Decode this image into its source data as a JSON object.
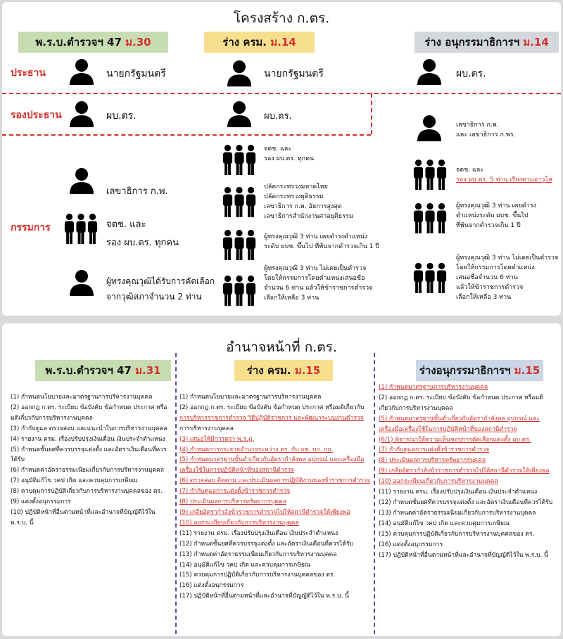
{
  "structure": {
    "title": "โครงสร้าง ก.ตร.",
    "columns": [
      {
        "label": "พ.ร.บ.ตำรวจฯ 47 ",
        "section": "ม.30"
      },
      {
        "label": "ร่าง ครม. ",
        "section": "ม.14"
      },
      {
        "label": "ร่าง อนุกรรมาธิการฯ ",
        "section": "ม.14"
      }
    ],
    "roles": {
      "chairman": "ประธาน",
      "vice_chairman": "รองประธาน",
      "members": "กรรมการ"
    },
    "col1": {
      "chairman": "นายกรัฐมนตรี",
      "vice": "ผบ.ตร.",
      "m1": "เลขาธิการ ก.พ.",
      "m2": [
        "จตช. และ",
        "รอง ผบ.ตร. ทุกคน"
      ],
      "m3": [
        "ผู้ทรงคุณวุฒิได้รับการคัดเลือก",
        "จากวุฒิสภาจำนวน 2 ท่าน"
      ]
    },
    "col2": {
      "chairman": "นายกรัฐมนตรี",
      "vice": "ผบ.ตร.",
      "m1": [
        "จตช. และ",
        "รอง ผบ.ตร. ทุกคน"
      ],
      "m2": [
        "ปลัดกระทรวงมหาดไทย",
        "ปลัดกระทรวงยุติธรรม",
        "เลขาธิการ ก.พ. อัยการสูงสุด",
        "เลขาธิการสำนักงานศาลยุติธรรม"
      ],
      "m3": [
        "ผู้ทรงคุณวุฒิ 3 ท่าน เคยดำรงตำแหน่ง",
        "ระดับ ผบช. ขึ้นไป ที่พ้นจากตำรวจเกิน 1 ปี"
      ],
      "m4": [
        "ผู้ทรงคุณวุฒิ 3 ท่าน ไม่เคยเป็นตำรวจ",
        "โดยให้กรรมการโดยตำแหน่งเสนอชื่อ",
        "จำนวน 6 ท่าน แล้วให้ข้าราชการตำรวจ",
        "เลือกให้เหลือ 3 ท่าน"
      ]
    },
    "col3": {
      "chairman": "ผบ.ตร.",
      "m1": [
        "เลขาธิการ ก.พ.",
        "และ เลขาธิการ ก.พร."
      ],
      "m2": [
        "จตช. และ",
        "รอง ผบ.ตร. 5 ท่าน เรียงตามอาวุโส"
      ],
      "m3": [
        "ผู้ทรงคุณวุฒิ 3 ท่าน เคยดำรง",
        "ตำแหน่งระดับ ผบช. ขึ้นไป",
        "ที่พ้นจากตำรวจเกิน 1 ปี"
      ],
      "m4": [
        "ผู้ทรงคุณวุฒิ 3 ท่าน ไม่เคยเป็นตำรวจ",
        "โดยให้กรรมการโดยตำแหน่ง",
        "เสนอชื่อจำนวน 6 ท่าน",
        "แล้วให้ข้าราชการตำรวจ",
        "เลือกให้เหลือ 3 ท่าน"
      ]
    }
  },
  "duties": {
    "title": "อำนาจหน้าที่ ก.ตร.",
    "columns": [
      {
        "label": "พ.ร.บ.ตำรวจฯ 47 ",
        "section": "ม.31"
      },
      {
        "label": "ร่าง ครม. ",
        "section": "ม.15"
      },
      {
        "label": "ร่างอนุกรรมาธิการฯ ",
        "section": "ม.15"
      }
    ],
    "col1": [
      {
        "t": "(1) กำหนดนโยบายและมาตรฐานการบริหารงานบุคคล"
      },
      {
        "t": "(2) ออกกฎ ก.ตร. ระเบียบ ข้อบังคับ ข้อกำหนด ประกาศ หรือ"
      },
      {
        "t": "มติเกี่ยวกับการบริหารงานบุคคล"
      },
      {
        "t": "(3) กำกับดูแล ตรวจสอบ และแนะนำในการบริหารงานบุคคล"
      },
      {
        "t": "(4) รายงาน ครม. เรื่องปรับปรุงเงินเดือน เงินประจำตำแหน่ง"
      },
      {
        "t": "(5) กำหนดชั้นยศที่ควรบรรจุแต่งตั้ง และอัตราเงินเดือนที่ควร"
      },
      {
        "t": "ได้รับ"
      },
      {
        "t": "(6) กำหนดค่าอัตราธรรมเนียมเกี่ยวกับการบริหารงานบุคคล"
      },
      {
        "t": "(7) อนุมัติแก้ไข วคป เกิด และควบคุมการเกษียณ"
      },
      {
        "t": "(8) ควบคุมการปฏิบัติเกี่ยวกับการบริหารงานบุคคลของ ตร."
      },
      {
        "t": "(9) แต่งตั้งอนุกรรมการ"
      },
      {
        "t": "(10) ปฏิบัติหน้าที่อื่นตามหน้าที่และอำนาจที่บัญญัติไว้ใน"
      },
      {
        "t": "พ.ร.บ. นี้"
      }
    ],
    "col2": [
      {
        "t": "(1) กำหนดนโยบายและมาตรฐานการบริหารงานบุคคล"
      },
      {
        "t": "(2) ออกกฎ ก.ตร. ระเบียบ ข้อบังคับ ข้อกำหนด ประกาศ หรือมติเกี่ยวกับ"
      },
      {
        "t": "การบริหารราชการตำรวจ วิธีปฏิบัติราชการ และพัฒนาระบบงานตำรวจ",
        "u": true
      },
      {
        "t": "การบริหารงานบุคคล"
      },
      {
        "t": "(3) เสนอให้มีการตรา พ.ร.ฎ.",
        "u": true
      },
      {
        "t": "(4) กำหนดการกระจายอำนาจระหว่าง ตร. กับ บช. บก. กก.",
        "u": true
      },
      {
        "t": "(5) กำหนดมาตรฐานขั้นต่ำเกี่ยวกับอัตรากำลังพล อุปกรณ์ และเครื่องมือ",
        "u": true
      },
      {
        "t": "เครื่องใช้ในการปฏิบัติหน้าที่ของสถานีตำรวจ",
        "u": true
      },
      {
        "t": "(6) ตรวจสอบ ติดตาม และประเมินผลการปฏิบัติงานของข้าราชการตำรวจ",
        "u": true
      },
      {
        "t": "(7) กำกับดูแลการแต่งตั้งข้าราชการตำรวจ",
        "u": true
      },
      {
        "t": "(8) ประเมินผลการบริหารทรัพยากรบุคคล",
        "u": true
      },
      {
        "t": "(9) เกลี่ยอัตรากำลังข้าราชการตำรวจไปให้สถานีตำรวจให้เพียงพอ",
        "u": true
      },
      {
        "t": "(10) ออกระเบียบเกี่ยวกับการบริหารงานบุคคล",
        "u": true
      },
      {
        "t": "(11) รายงาน ครม. เรื่องปรับปรุงเงินเดือน เงินประจำตำแหน่ง"
      },
      {
        "t": "(12) กำหนดชั้นยศที่ควรบรรจุแต่งตั้ง และอัตราเงินเดือนที่ควรได้รับ"
      },
      {
        "t": "(13) กำหนดค่าอัตราธรรมเนียมเกี่ยวกับการบริหารงานบุคคล"
      },
      {
        "t": "(14) อนุมัติแก้ไข วคป เกิด และควบคุมการเกษียณ"
      },
      {
        "t": "(15) ควบคุมการปฏิบัติเกี่ยวกับการบริหารงานบุคคลของ ตร."
      },
      {
        "t": "(16) แต่งตั้งอนุกรรมการ"
      },
      {
        "t": "(17) ปฏิบัติหน้าที่อื่นตามหน้าที่และอำนาจที่บัญญัติไว้ใน พ.ร.บ. นี้"
      }
    ],
    "col3": [
      {
        "t": "(1) กำหนดมาตรฐานการบริหารงานบุคคล",
        "u": true
      },
      {
        "t": "(2) ออกกฎ ก.ตร. ระเบียบ ข้อบังคับ ข้อกำหนด ประกาศ หรือมติ"
      },
      {
        "t": "เกี่ยวกับการบริหารงานบุคคล"
      },
      {
        "t": "(5) กำหนดมาตรฐานขั้นต่ำเกี่ยวกับอัตรากำลังพล อุปกรณ์ และ",
        "u": true
      },
      {
        "t": "เครื่องมือเครื่องใช้ในการปฏิบัติหน้าที่ของสถานีตำรวจ",
        "u": true
      },
      {
        "t": "(6/1) พิจารณาให้ความเห็นชอบการคัดเลือกแต่งตั้ง ผบ.ตร.",
        "u": true
      },
      {
        "t": "(7) กำกับดูแลการแต่งตั้งข้าราชการตำรวจ",
        "u": true
      },
      {
        "t": "(8) ประเมินผลการบริหารทรัพยากรบุคคล",
        "u": true
      },
      {
        "t": "(9) เกลี่ยอัตรากำลังข้าราชการตำรวจไปให้สถานีตำรวจให้เพียงพอ",
        "u": true
      },
      {
        "t": "(10) ออกระเบียบเกี่ยวกับการบริหารงานบุคคล",
        "u": true
      },
      {
        "t": "(11) รายงาน ครม. เรื่องปรับปรุงเงินเดือน เงินประจำตำแหน่ง"
      },
      {
        "t": "(12) กำหนดชั้นยศที่ควรบรรจุแต่งตั้ง และอัตราเงินเดือนที่ควรได้รับ"
      },
      {
        "t": "(13) กำหนดค่าอัตราธรรมเนียมเกี่ยวกับการบริหารงานบุคคล"
      },
      {
        "t": "(14) อนุมัติแก้ไข วคป เกิด และควบคุมการเกษียณ"
      },
      {
        "t": "(15) ควบคุมการปฏิบัติเกี่ยวกับการบริหารงานบุคคลของ ตร."
      },
      {
        "t": "(16) แต่งตั้งอนุกรรมการ"
      },
      {
        "t": "(17) ปฏิบัติหน้าที่อื่นตามหน้าที่และอำนาจที่บัญญัติไว้ใน พ.ร.บ. นี้"
      }
    ]
  },
  "icons": {
    "single": "person-icon",
    "group": "people-group-icon"
  },
  "colors": {
    "accent_red": "#d3302a",
    "header_green": "#c8dcb2",
    "header_yellow": "#f8df90",
    "header_blue": "#cbd6e6",
    "header_grey": "#d4d7dc",
    "divider_purple": "#6a4a9c"
  }
}
